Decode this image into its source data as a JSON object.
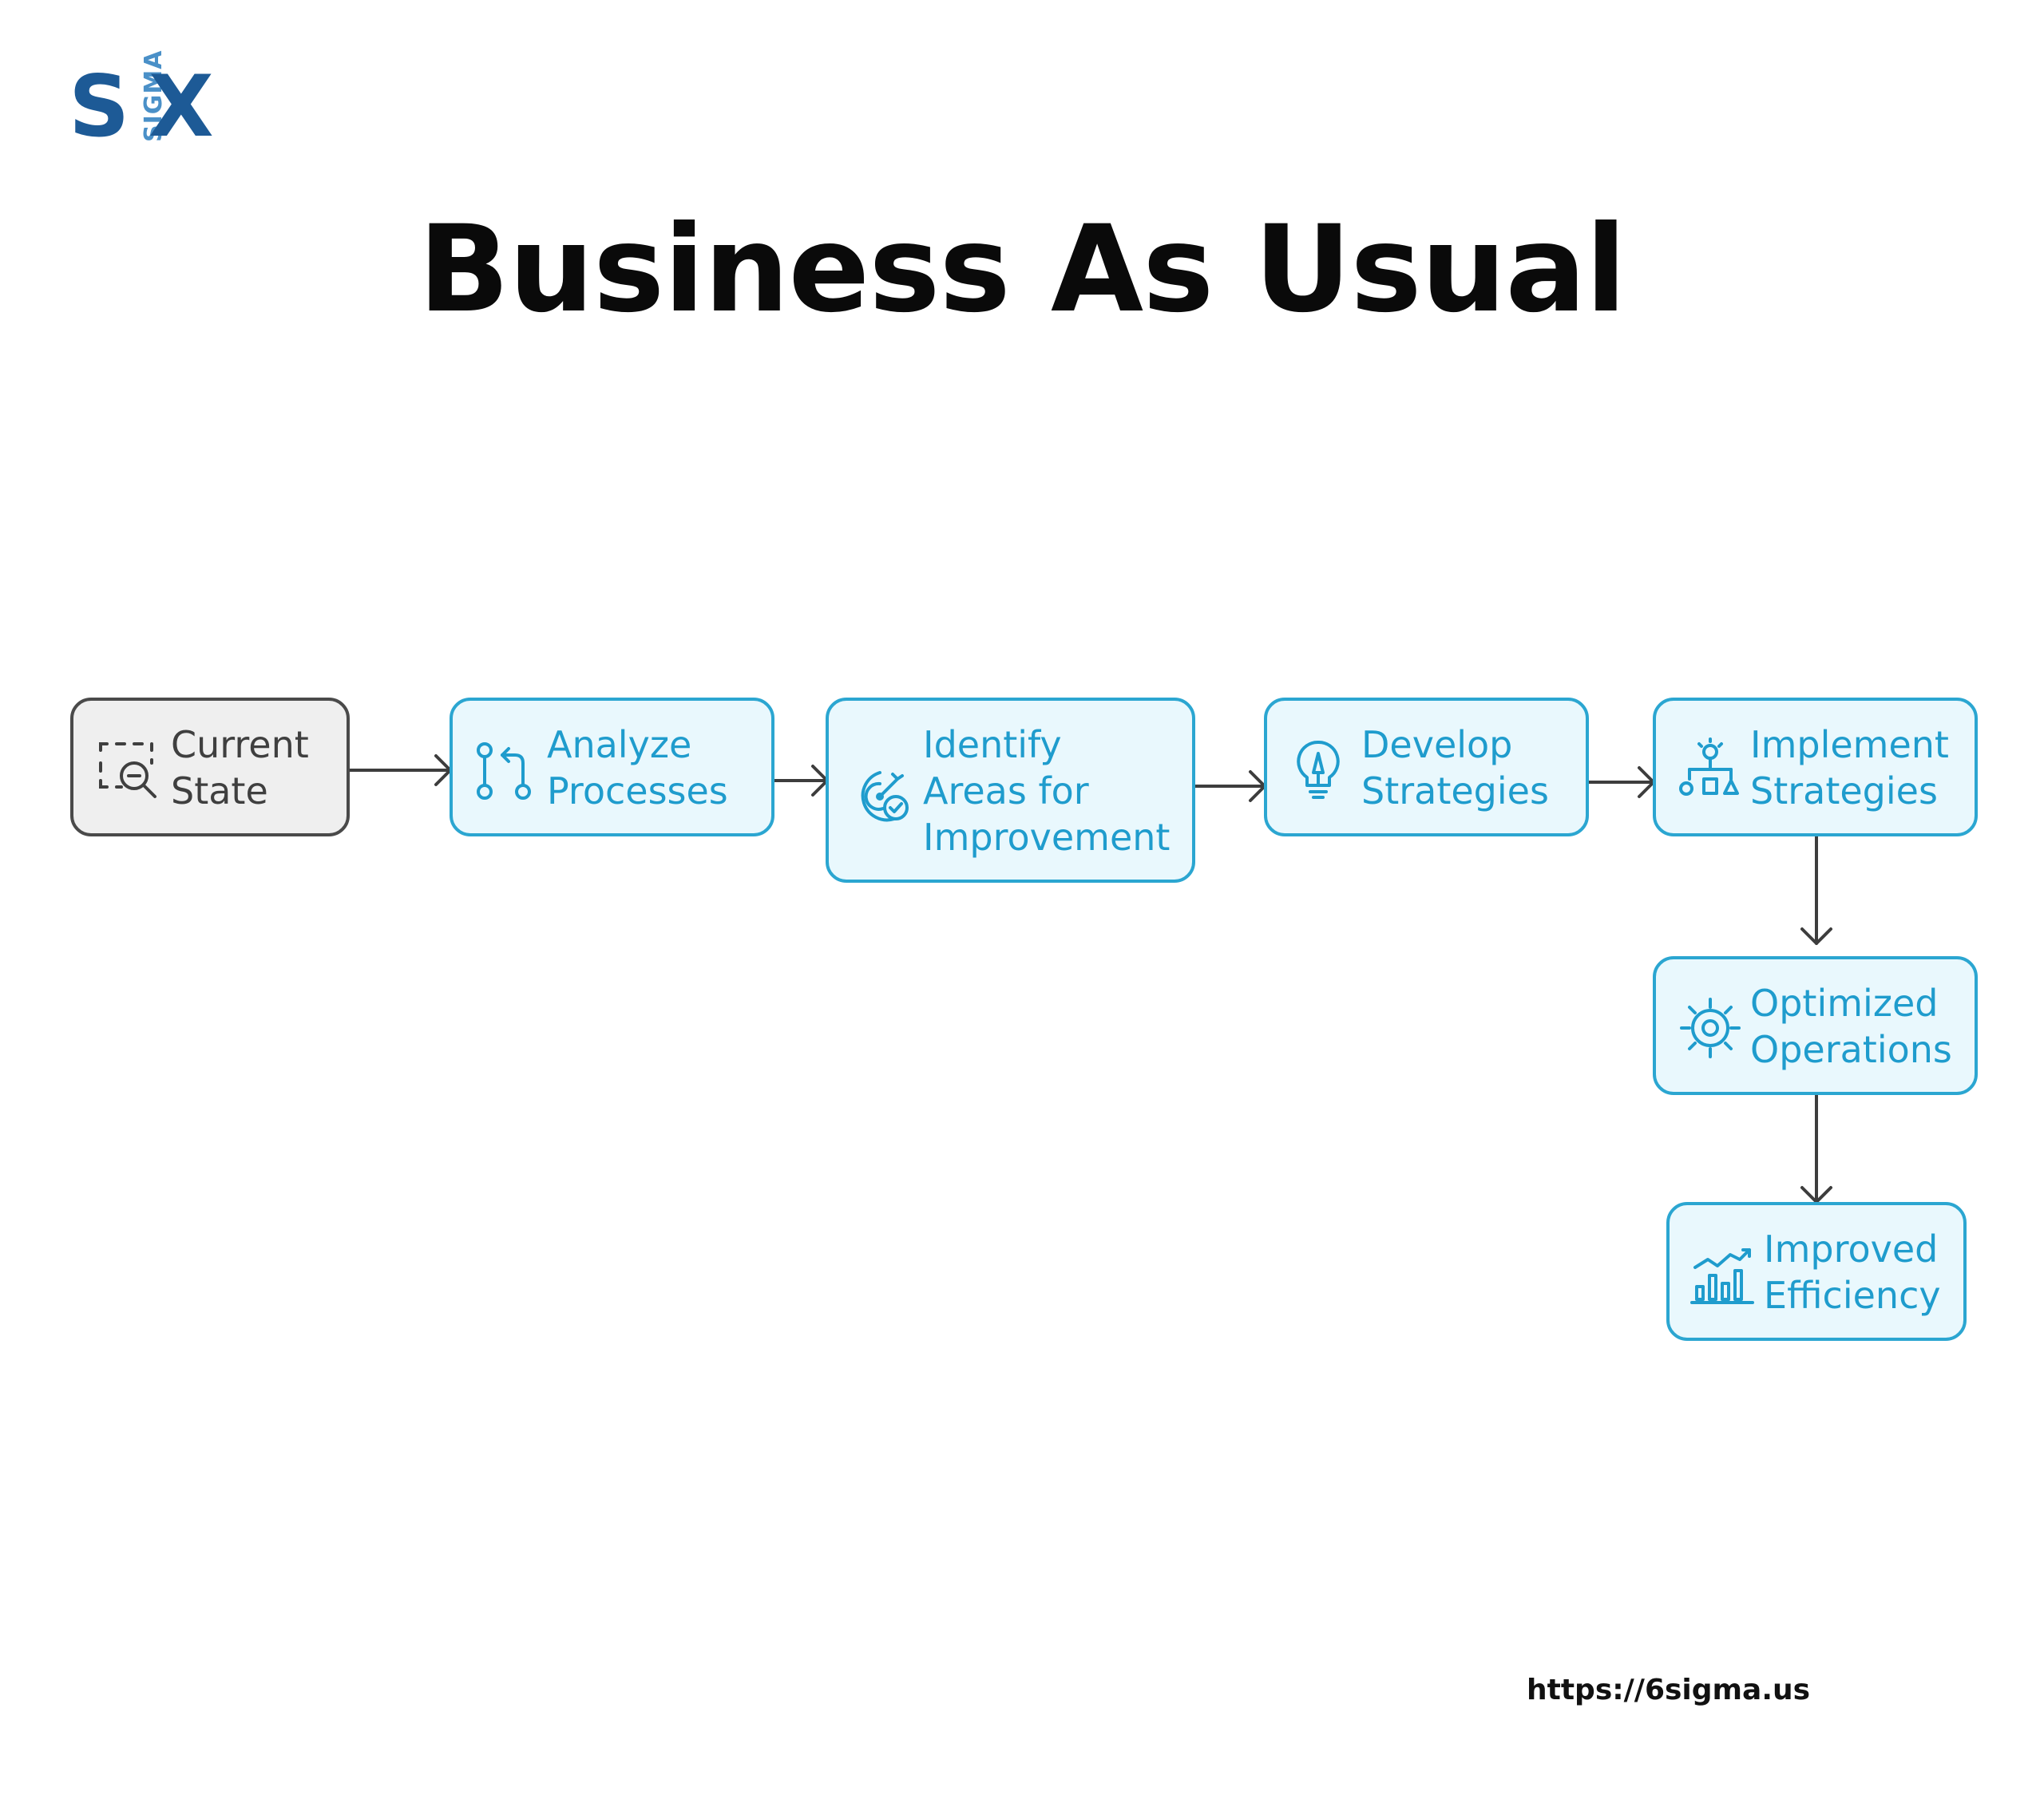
{
  "logo": {
    "letter_left": "S",
    "letter_right": "X",
    "vertical_text": "SIGMA",
    "colors": {
      "letters": "#1d5a96",
      "vertical_text": "#4a90c8"
    }
  },
  "title": "Business As Usual",
  "nodes": [
    {
      "id": "current-state",
      "label": "Current\nState",
      "icon": "search-zoom-out-icon",
      "style": "grey"
    },
    {
      "id": "analyze-processes",
      "label": "Analyze\nProcesses",
      "icon": "git-compare-icon",
      "style": "blue"
    },
    {
      "id": "identify-areas",
      "label": "Identify\nAreas for\nImprovement",
      "icon": "target-check-icon",
      "style": "blue"
    },
    {
      "id": "develop-strategies",
      "label": "Develop\nStrategies",
      "icon": "lightbulb-pen-icon",
      "style": "blue"
    },
    {
      "id": "implement-strategies",
      "label": "Implement\nStrategies",
      "icon": "idea-hierarchy-icon",
      "style": "blue"
    },
    {
      "id": "optimized-operations",
      "label": "Optimized\nOperations",
      "icon": "gear-icon",
      "style": "blue"
    },
    {
      "id": "improved-efficiency",
      "label": "Improved\nEfficiency",
      "icon": "growth-chart-icon",
      "style": "blue"
    }
  ],
  "edges": [
    {
      "from": "current-state",
      "to": "analyze-processes"
    },
    {
      "from": "analyze-processes",
      "to": "identify-areas"
    },
    {
      "from": "identify-areas",
      "to": "develop-strategies"
    },
    {
      "from": "develop-strategies",
      "to": "implement-strategies"
    },
    {
      "from": "implement-strategies",
      "to": "optimized-operations"
    },
    {
      "from": "optimized-operations",
      "to": "improved-efficiency"
    }
  ],
  "colors": {
    "node_border": "#2ba6d1",
    "node_fill": "#e9f8fd",
    "node_text": "#1f9ccd",
    "start_border": "#4a4a4a",
    "start_fill": "#efefef",
    "start_text": "#3f3f3f",
    "arrow": "#3d3d3d"
  },
  "footer": {
    "url": "https://6sigma.us"
  }
}
